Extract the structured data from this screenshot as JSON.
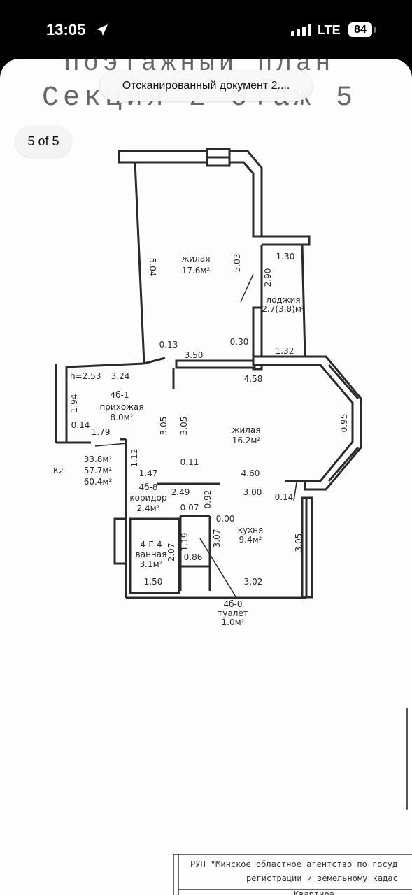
{
  "status_bar": {
    "time": "13:05",
    "network": "LTE",
    "battery": "84"
  },
  "viewer": {
    "title": "Отсканированный документ 2....",
    "page_indicator": "5 of 5"
  },
  "plan": {
    "heading_line1": "Поэтажный план",
    "heading_line2": "Секция 2 Этаж 5",
    "rooms": {
      "living1": {
        "name": "жилая",
        "area": "17.6м²"
      },
      "loggia": {
        "name": "лоджия",
        "area": "2.7(3.8)м²"
      },
      "hallway": {
        "id": "4б-1",
        "name": "прихожая",
        "area": "8.0м²"
      },
      "living2": {
        "name": "жилая",
        "area": "16.2м²"
      },
      "corridor": {
        "id": "4б-8",
        "name": "коридор",
        "area": "2.4м²"
      },
      "bath": {
        "id": "4-Г-4",
        "name": "ванная",
        "area": "3.1м²"
      },
      "kitchen": {
        "name": "кухня",
        "area": "9.4м²"
      },
      "toilet": {
        "id": "4б-0",
        "name": "туалет",
        "area": "1.0м²"
      }
    },
    "totals": {
      "code": "К2",
      "a": "33.8м²",
      "b": "57.7м²",
      "c": "60.4м²"
    },
    "ceiling": "h=2.53",
    "dims": {
      "d504": "5.04",
      "d503": "5.03",
      "d130": "1.30",
      "d290": "2.90",
      "d013": "0.13",
      "d350": "3.50",
      "d030": "0.30",
      "d132": "1.32",
      "d324": "3.24",
      "d458": "4.58",
      "d194": "1.94",
      "d305a": "3.05",
      "d305b": "3.05",
      "d095": "0.95",
      "d014a": "0.14",
      "d179": "1.79",
      "d112": "1.12",
      "d147": "1.47",
      "d011": "0.11",
      "d460": "4.60",
      "d249": "2.49",
      "d300": "3.00",
      "d014b": "0.14",
      "d007": "0.07",
      "d092": "0.92",
      "d000": "0.00",
      "d307": "3.07",
      "d305c": "3.05",
      "d207": "2.07",
      "d119": "1.19",
      "d086": "0.86",
      "d150": "1.50",
      "d302": "3.02"
    },
    "stamp_line1": "РУП \"Минское областное агентство по госуд",
    "stamp_line2": "регистрации и земельному кадас",
    "stamp_line3": "Квартира"
  },
  "colors": {
    "ink": "#2a2a2a",
    "paper": "#fdfdfd",
    "wall_fill": "#ffffff"
  }
}
